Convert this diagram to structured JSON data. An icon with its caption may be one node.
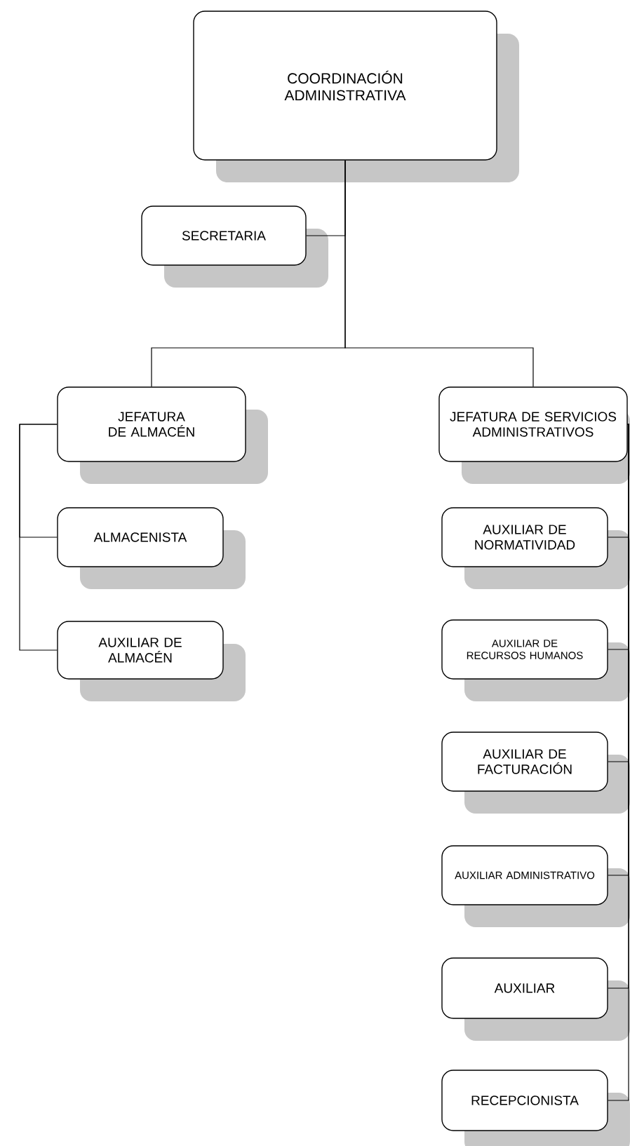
{
  "diagram": {
    "nodes": [
      {
        "text": [
          "COORDINACIÓN ADMINISTRATIVA"
        ]
      },
      {
        "text": [
          "SECRETARIA"
        ]
      },
      {
        "text": [
          "JEFATURA DE ALMACÉN"
        ]
      },
      {
        "text": [
          "ALMACENISTA"
        ]
      },
      {
        "text": [
          "AUXILIAR DE ALMACÉN"
        ]
      },
      {
        "text": [
          "JEFATURA DE SERVICIOS ADMINISTRATIVOS"
        ]
      },
      {
        "text": [
          "AUXILIAR DE NORMATIVIDAD"
        ]
      },
      {
        "text": [
          "AUXILIAR DE RECURSOS HUMANOS"
        ]
      },
      {
        "text": [
          "AUXILIAR DE FACTURACIÓN"
        ]
      },
      {
        "text": [
          "AUXILIAR ADMINISTRATIVO"
        ]
      },
      {
        "text": [
          "AUXILIAR"
        ]
      },
      {
        "text": [
          "RECEPCIONISTA"
        ]
      }
    ],
    "edges": [
      {
        "from": 0,
        "to": 1,
        "arrow": "none"
      },
      {
        "from": 0,
        "to": 2,
        "arrow": "none"
      },
      {
        "from": 0,
        "to": 5,
        "arrow": "none"
      },
      {
        "from": 2,
        "to": 3,
        "arrow": "none"
      },
      {
        "from": 2,
        "to": 4,
        "arrow": "none"
      },
      {
        "from": 5,
        "to": 6,
        "arrow": "none"
      },
      {
        "from": 5,
        "to": 7,
        "arrow": "none"
      },
      {
        "from": 5,
        "to": 8,
        "arrow": "none"
      },
      {
        "from": 5,
        "to": 9,
        "arrow": "none"
      },
      {
        "from": 5,
        "to": 10,
        "arrow": "none"
      },
      {
        "from": 5,
        "to": 11,
        "arrow": "none"
      }
    ]
  }
}
